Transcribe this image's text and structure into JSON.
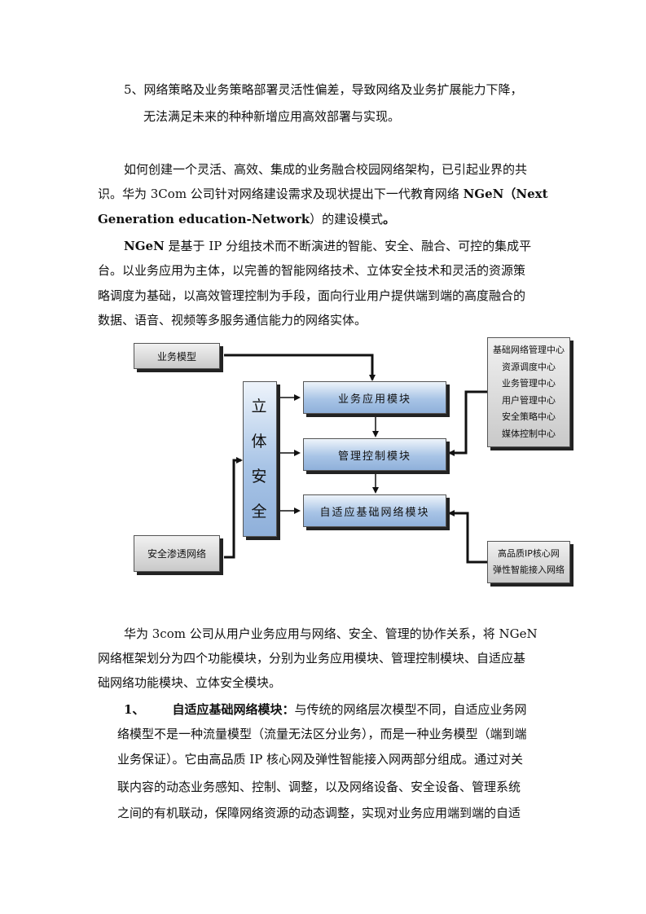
{
  "intro_list": {
    "item5_line1": "5、网络策略及业务策略部署灵活性偏差，导致网络及业务扩展能力下降，",
    "item5_line2": "无法满足未来的种种新增应用高效部署与实现。"
  },
  "para1": {
    "line1": "如何创建一个灵活、高效、集成的业务融合校园网络架构，已引起业界的共",
    "line2_normal": "识。华为 3Com 公司针对网络建设需求及现状提出下一代教育网络 ",
    "line2_bold": "NGeN（Next",
    "line3_bold": "Generation education-Network",
    "line3_normal": "）的建设模式",
    "line3_end": "。"
  },
  "para2": {
    "line1_bold": "NGeN",
    "line1_normal": " 是基于 IP 分组技术而不断演进的智能、安全、融合、可控的集成平",
    "line2": "台。以业务应用为主体，以完善的智能网络技术、立体安全技术和灵活的资源策",
    "line3": "略调度为基础，以高效管理控制为手段，面向行业用户提供端到端的高度融合的",
    "line4": "数据、语音、视频等多服务通信能力的网络实体。"
  },
  "diagram": {
    "business_model": "业务模型",
    "security_network": "安全渗透网络",
    "security_chars": [
      "立",
      "体",
      "安",
      "全"
    ],
    "module_business": "业务应用模块",
    "module_mgmt": "管理控制模块",
    "module_network": "自适应基础网络模块",
    "centers": [
      "基础网络管理中心",
      "资源调度中心",
      "业务管理中心",
      "用户管理中心",
      "安全策略中心",
      "媒体控制中心"
    ],
    "core_line1": "高品质IP核心网",
    "core_line2": "弹性智能接入网络"
  },
  "para3": {
    "line1": "华为 3com 公司从用户业务应用与网络、安全、管理的协作关系，将 NGeN",
    "line2": "网络框架划分为四个功能模块，分别为业务应用模块、管理控制模块、自适应基",
    "line3": "础网络功能模块、立体安全模块。"
  },
  "item1": {
    "number": "1、",
    "title": "自适应基础网络模块：",
    "line1_rest": "与传统的网络层次模型不同，自适应业务网",
    "line2": "络模型不是一种流量模型（流量无法区分业务），而是一种业务模型（端到端",
    "line3": "业务保证）。它由高品质 IP 核心网及弹性智能接入网两部分组成。通过对关",
    "line4": "联内容的动态业务感知、控制、调整，以及网络设备、安全设备、管理系统",
    "line5": "之间的有机联动，保障网络资源的动态调整，实现对业务应用端到端的自适"
  }
}
